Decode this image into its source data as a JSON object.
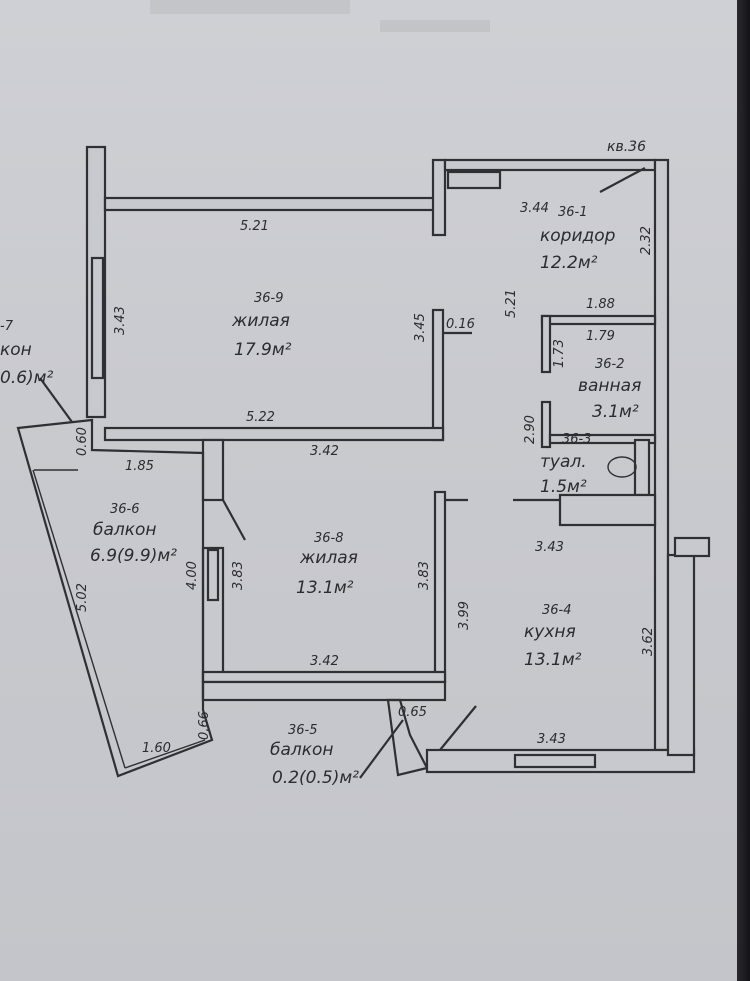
{
  "apartment_label": "кв.36",
  "header_faint_text": "",
  "rooms": [
    {
      "code": "36-1",
      "name": "коридор",
      "area": "12.2м²"
    },
    {
      "code": "36-2",
      "name": "ванная",
      "area": "3.1м²"
    },
    {
      "code": "36-3",
      "name": "туал.",
      "area": "1.5м²"
    },
    {
      "code": "36-4",
      "name": "кухня",
      "area": "13.1м²"
    },
    {
      "code": "36-5",
      "name": "балкон",
      "area": "0.2(0.5)м²"
    },
    {
      "code": "36-6",
      "name": "балкон",
      "area": "6.9(9.9)м²"
    },
    {
      "code": "-7",
      "name": "кон",
      "area": "0.6)м²"
    },
    {
      "code": "36-8",
      "name": "жилая",
      "area": "13.1м²"
    },
    {
      "code": "36-9",
      "name": "жилая",
      "area": "17.9м²"
    }
  ],
  "dimensions": {
    "room9_top_width": "5.21",
    "room9_bottom_width": "5.22",
    "room9_left_height": "3.43",
    "room9_right_height": "3.45",
    "wall_offset": "0.16",
    "corridor_top_width": "3.44",
    "corridor_right_height": "2.32",
    "corridor_left_height": "5.21",
    "bath_top_width": "1.88",
    "bath_inner_width": "1.79",
    "bath_height": "1.73",
    "toilet_height": "2.90",
    "room8_top_width": "3.42",
    "room8_bottom_width": "3.42",
    "room8_left_height": "3.83",
    "room8_right_height": "3.83",
    "kitchen_top_width": "3.43",
    "kitchen_bottom_width": "3.43",
    "kitchen_right_height": "3.62",
    "kitchen_left_height": "3.99",
    "balcony6_depth": "0.60",
    "balcony6_top_width": "1.85",
    "balcony6_long_side": "5.02",
    "balcony6_inner_height": "4.00",
    "balcony6_end_width": "1.60",
    "balcony6_end_depth": "0.66",
    "balcony5_width": "0.65"
  }
}
